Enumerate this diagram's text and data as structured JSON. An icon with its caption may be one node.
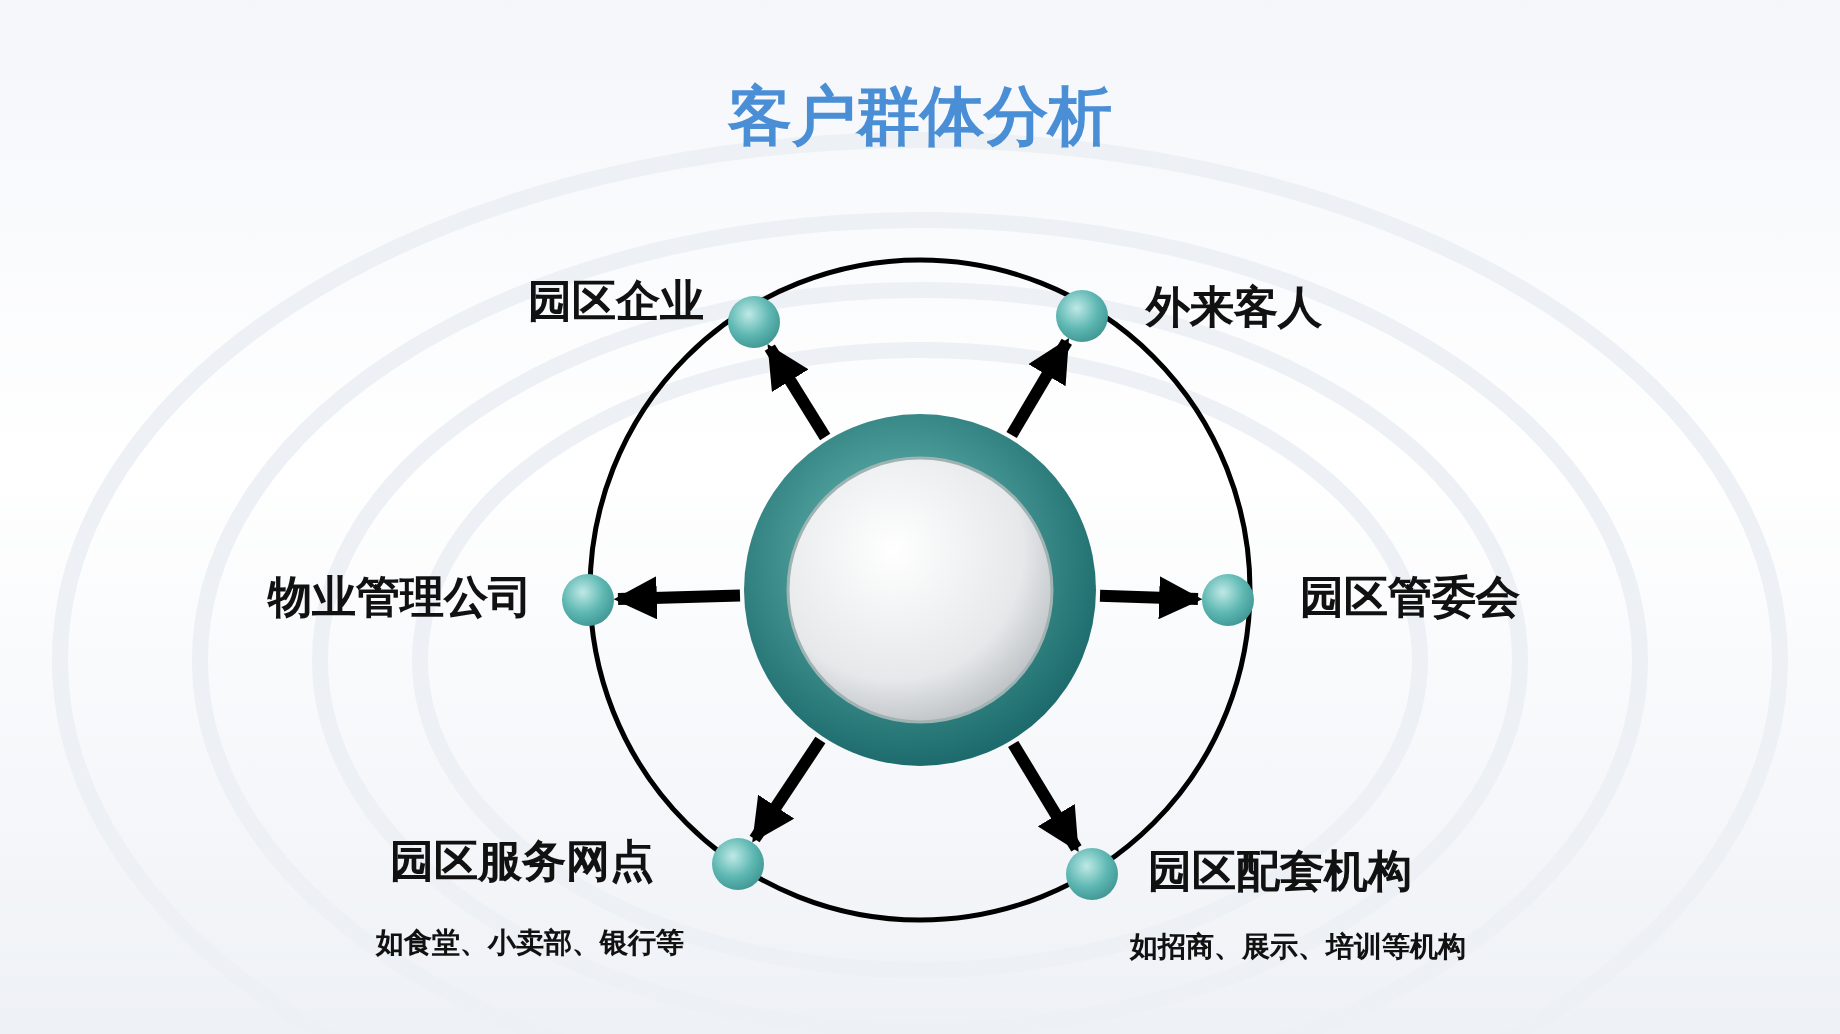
{
  "diagram": {
    "title": "客户群体分析",
    "nodes": [
      {
        "text": [],
        "shape": "circle"
      },
      {
        "text": [
          "园区企业"
        ]
      },
      {
        "text": [
          "外来客人"
        ]
      },
      {
        "text": [
          "物业管理公司"
        ]
      },
      {
        "text": [
          "园区管委会"
        ]
      },
      {
        "text": [
          "园区服务网点"
        ],
        "beside": [
          "如食堂、小卖部、银行等"
        ]
      },
      {
        "text": [
          "园区配套机构"
        ],
        "beside": [
          "如招商、展示、培训等机构"
        ]
      }
    ],
    "edges": [
      {
        "from": 0,
        "to": 1,
        "arrow": "to"
      },
      {
        "from": 0,
        "to": 2,
        "arrow": "to"
      },
      {
        "from": 0,
        "to": 3,
        "arrow": "to"
      },
      {
        "from": 0,
        "to": 4,
        "arrow": "to"
      },
      {
        "from": 0,
        "to": 5,
        "arrow": "to"
      },
      {
        "from": 0,
        "to": 6,
        "arrow": "to"
      }
    ]
  }
}
